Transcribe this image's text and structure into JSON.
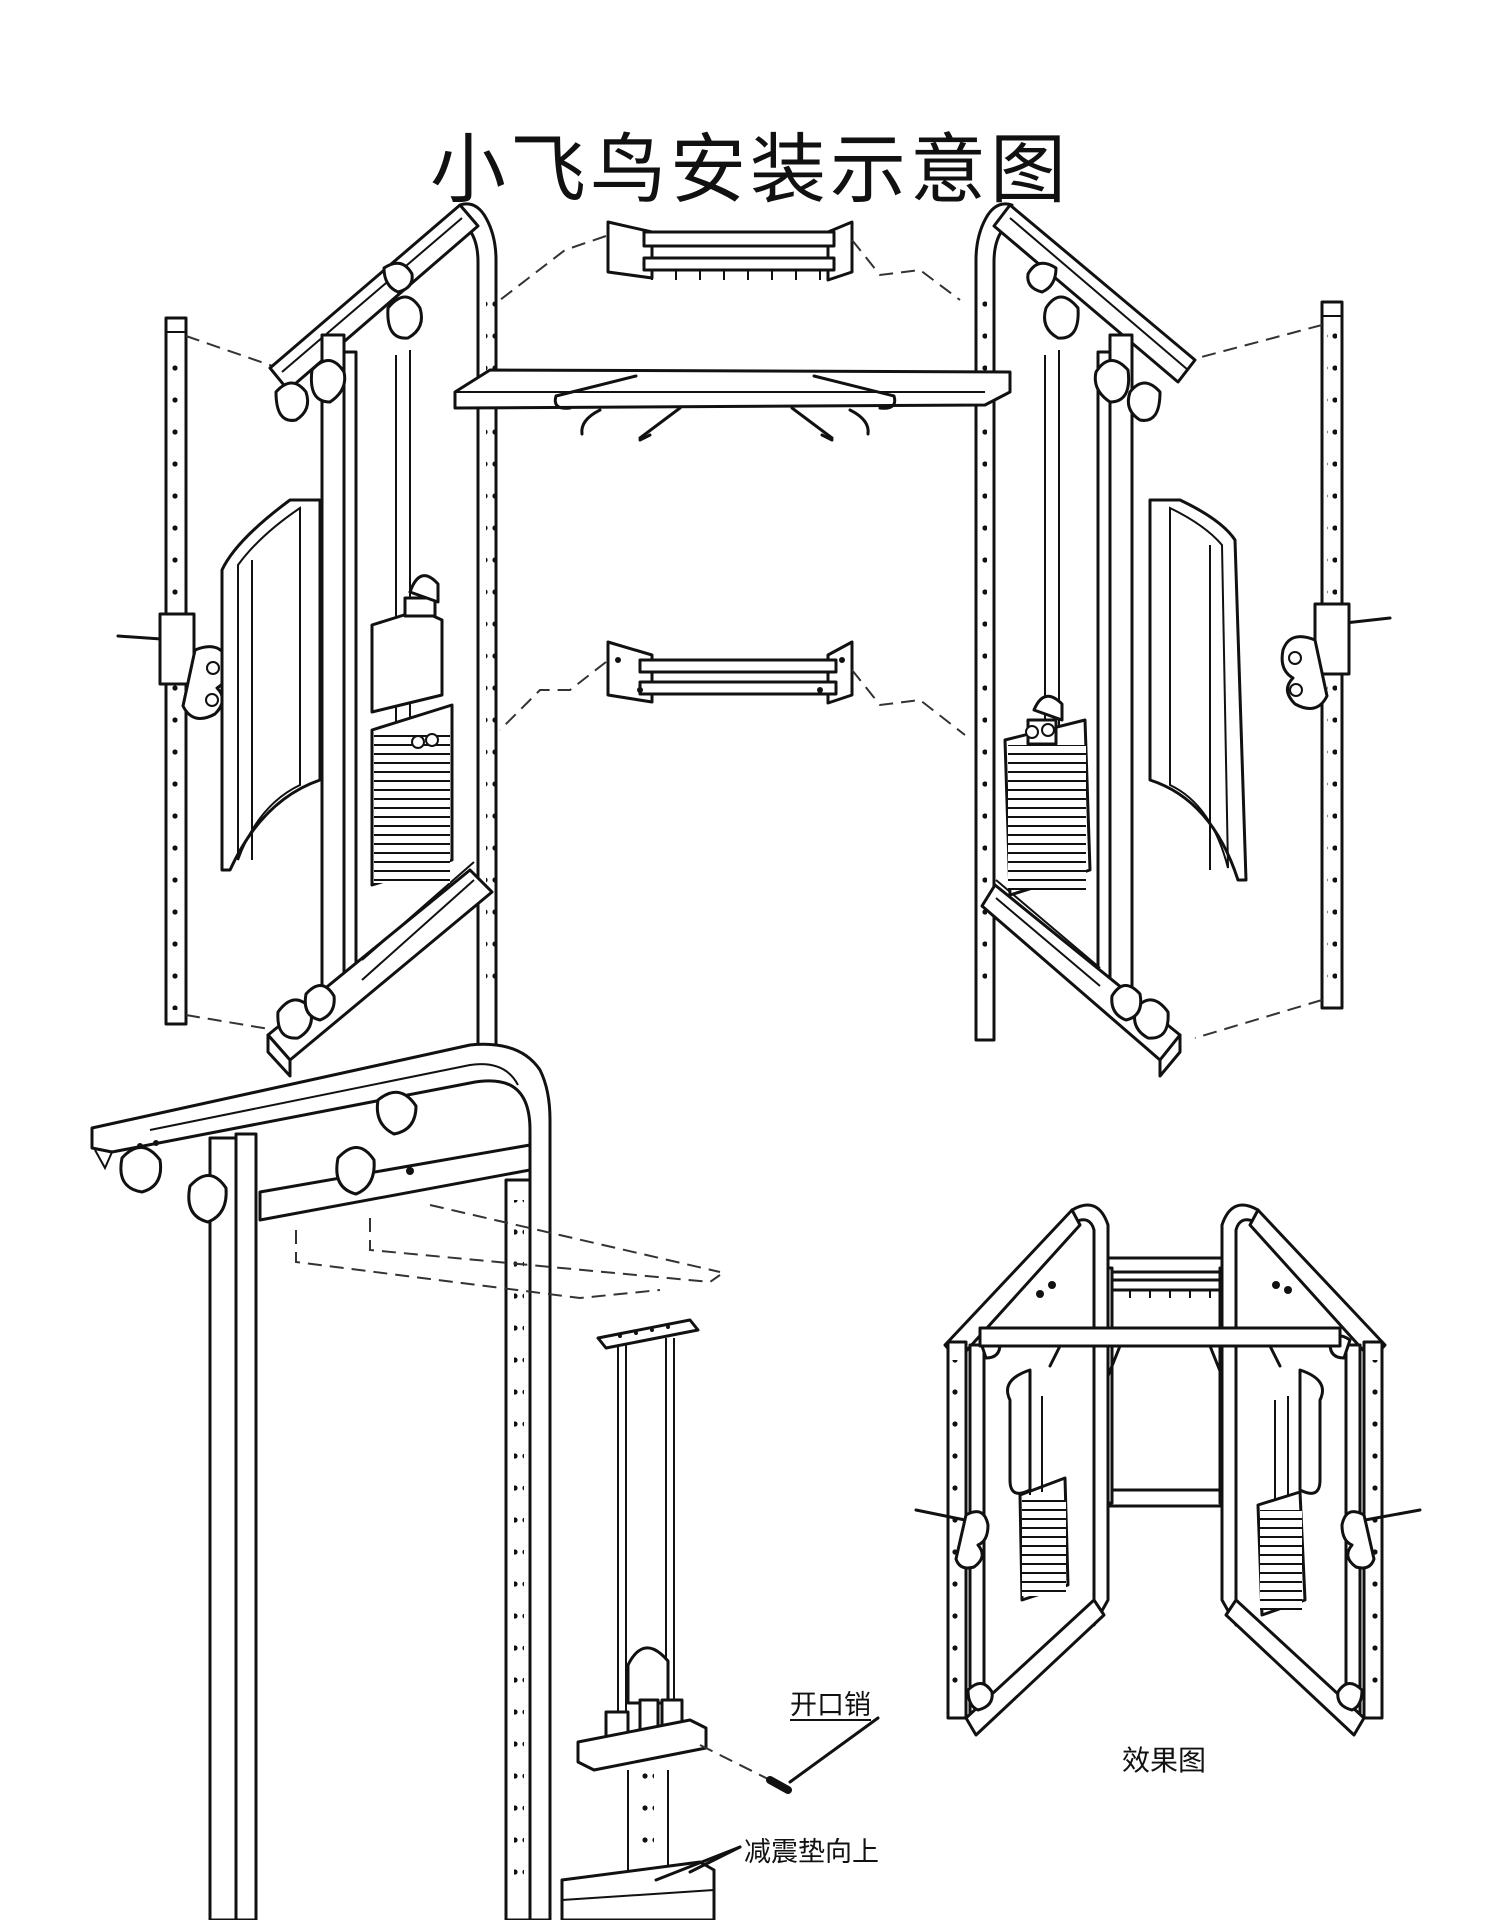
{
  "title": "小飞鸟安装示意图",
  "labels": {
    "cotter_pin": "开口销",
    "cushion_up": "减震垫向上",
    "result_view": "效果图"
  }
}
